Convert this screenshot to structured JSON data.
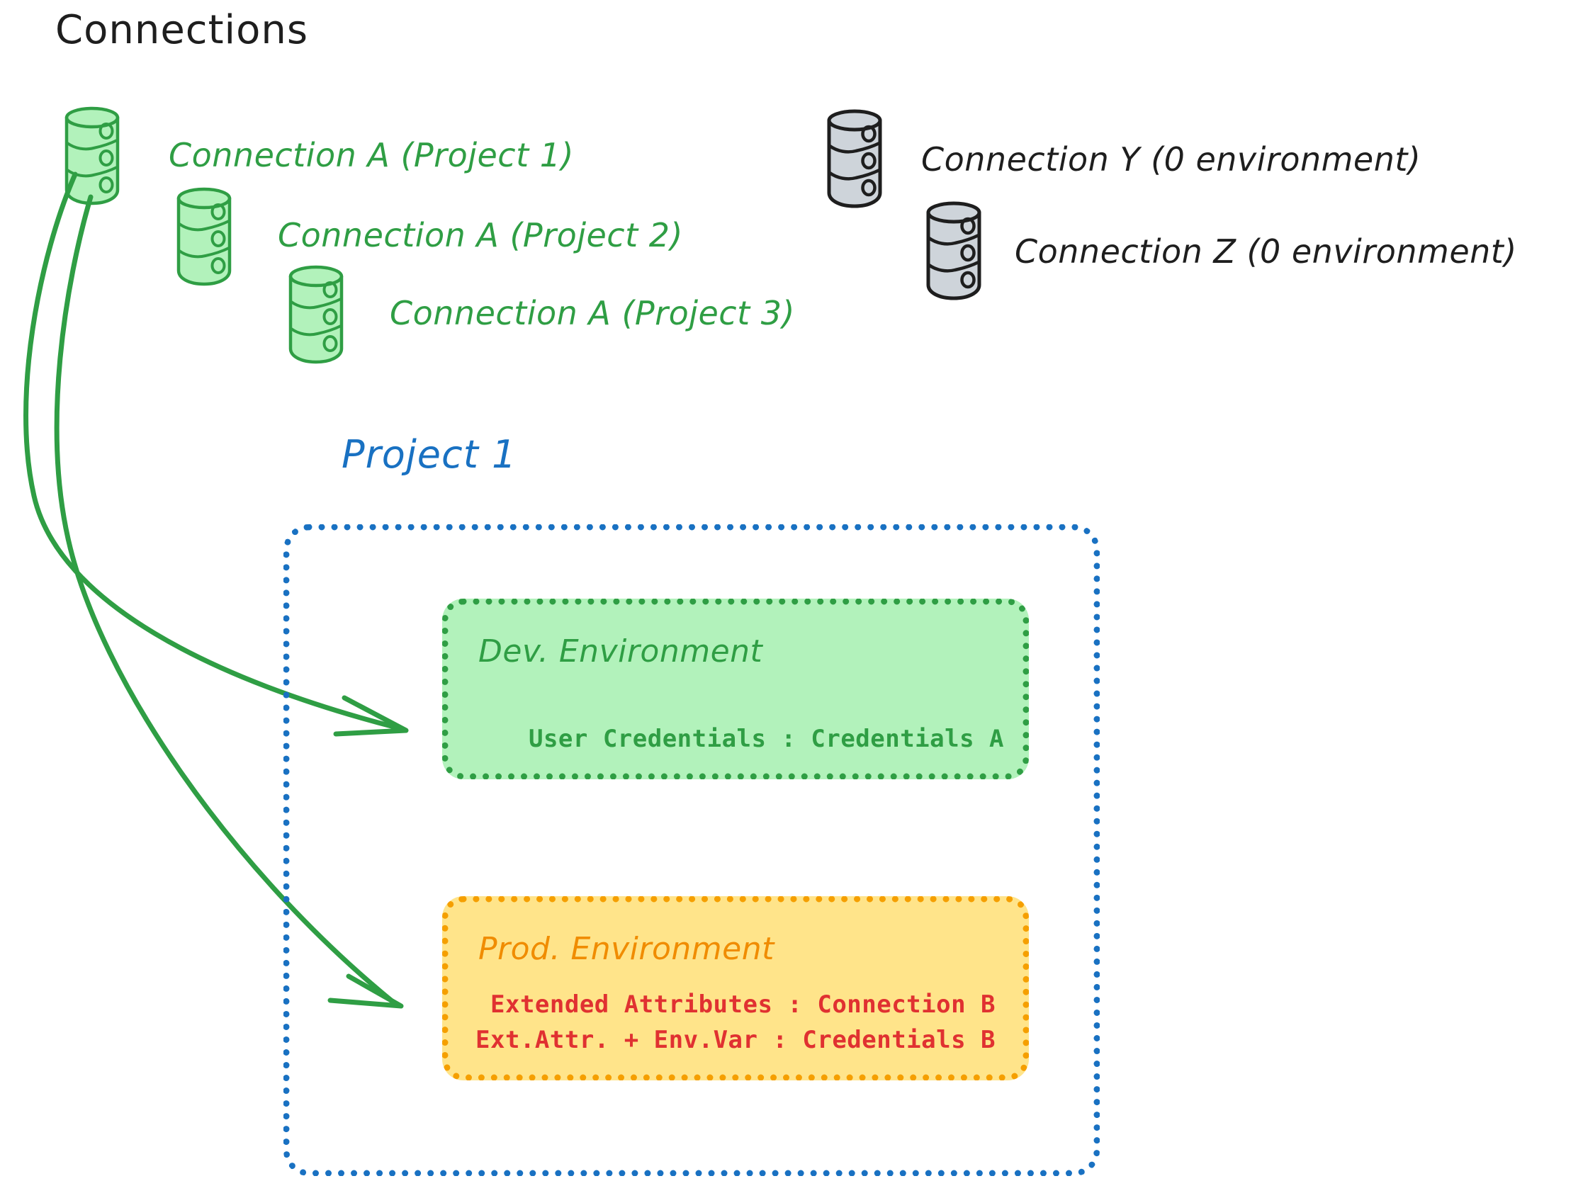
{
  "diagram": {
    "heading": "Connections",
    "connections_green": [
      {
        "label": "Connection A (Project 1)",
        "icon": "database-cylinder-icon",
        "color": "#2f9e44"
      },
      {
        "label": "Connection A (Project 2)",
        "icon": "database-cylinder-icon",
        "color": "#2f9e44"
      },
      {
        "label": "Connection A (Project 3)",
        "icon": "database-cylinder-icon",
        "color": "#2f9e44"
      }
    ],
    "connections_gray": [
      {
        "label": "Connection Y (0 environment)",
        "icon": "database-cylinder-icon",
        "color": "#1e1e1e"
      },
      {
        "label": "Connection Z (0 environment)",
        "icon": "database-cylinder-icon",
        "color": "#1e1e1e"
      }
    ],
    "project": {
      "title": "Project 1",
      "color": "#1971c2",
      "environments": [
        {
          "name": "Dev. Environment",
          "color": "#2f9e44",
          "fill": "#b2f2bb",
          "lines": [
            {
              "text": "User Credentials : Credentials A",
              "color": "#2f9e44"
            }
          ]
        },
        {
          "name": "Prod. Environment",
          "color": "#f08c00",
          "fill": "#ffe48a",
          "lines": [
            {
              "text": "Extended Attributes : Connection B",
              "color": "#e03131"
            },
            {
              "text": "Ext.Attr. + Env.Var : Credentials B",
              "color": "#e03131"
            }
          ]
        }
      ]
    },
    "arrows": [
      {
        "name": "arrow-connection-a-to-dev",
        "color": "#2f9e44"
      },
      {
        "name": "arrow-connection-a-to-prod",
        "color": "#2f9e44"
      }
    ]
  }
}
